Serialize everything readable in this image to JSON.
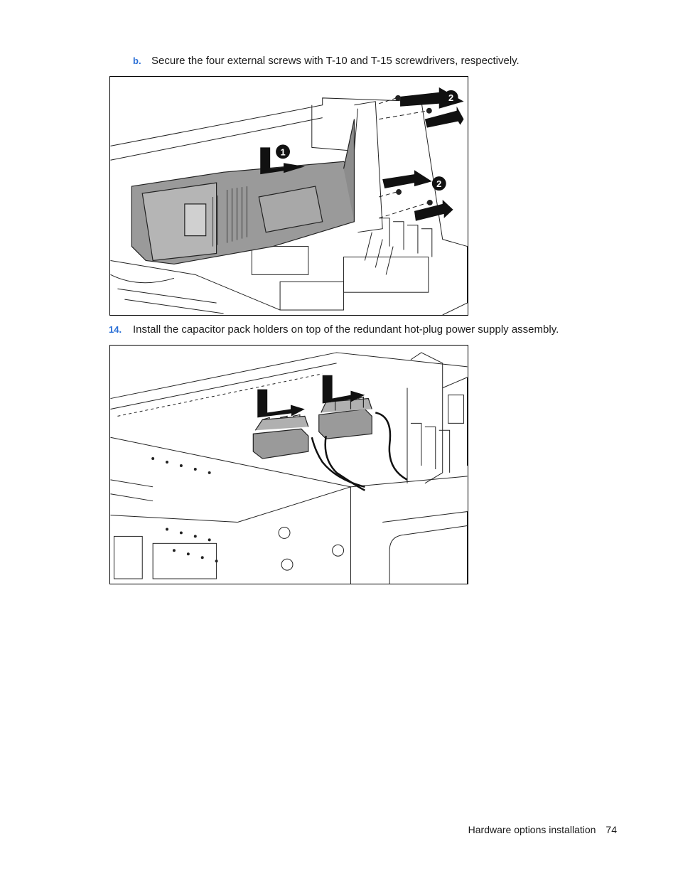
{
  "steps": [
    {
      "marker": "b.",
      "text": "Secure the four external screws with T-10 and T-15 screwdrivers, respectively."
    },
    {
      "marker": "14.",
      "text": "Install the capacitor pack holders on top of the redundant hot-plug power supply assembly."
    }
  ],
  "figure1": {
    "callouts": [
      "1",
      "2",
      "2"
    ]
  },
  "footer": {
    "section": "Hardware options installation",
    "page": "74"
  },
  "colors": {
    "accent": "#2a6fd6",
    "part_fill": "#9a9a9a",
    "line": "#222222"
  }
}
